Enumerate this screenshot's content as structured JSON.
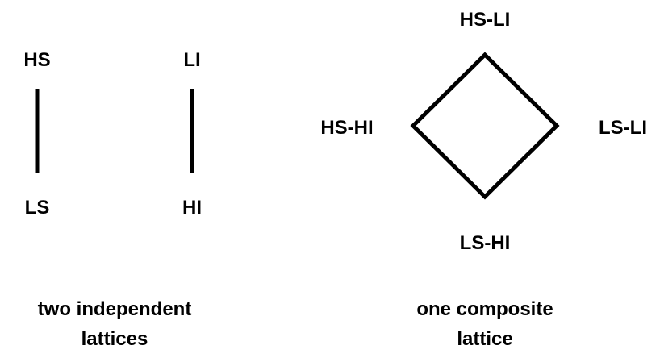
{
  "left_diagram": {
    "lattice_a": {
      "top": "HS",
      "bottom": "LS"
    },
    "lattice_b": {
      "top": "LI",
      "bottom": "HI"
    },
    "caption_line1": "two independent",
    "caption_line2": "lattices"
  },
  "right_diagram": {
    "top": "HS-LI",
    "left": "HS-HI",
    "right": "LS-LI",
    "bottom": "LS-HI",
    "caption_line1": "one composite",
    "caption_line2": "lattice"
  },
  "colors": {
    "stroke": "#000000",
    "text": "#000000",
    "background": "#ffffff"
  }
}
